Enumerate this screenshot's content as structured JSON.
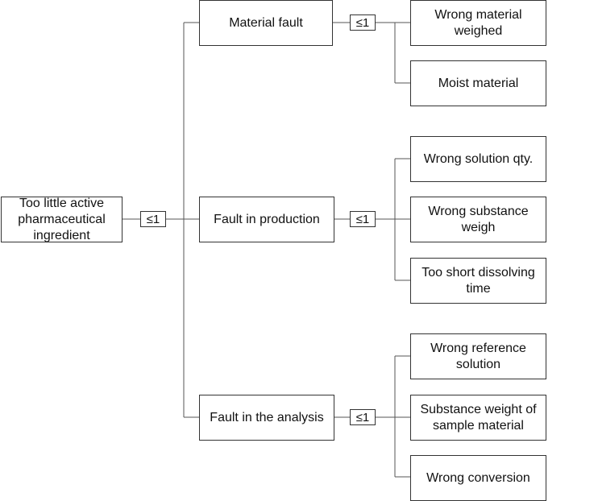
{
  "nodes": {
    "root": "Too little active pharmaceutical ingredient",
    "material_fault": "Material fault",
    "fault_production": "Fault in production",
    "fault_analysis": "Fault in the analysis",
    "wrong_material_weighed": "Wrong material weighed",
    "moist_material": "Moist material",
    "wrong_solution_qty": "Wrong solution qty.",
    "wrong_substance_weigh": "Wrong substance weigh",
    "too_short_dissolving": "Too short dissolving time",
    "wrong_reference_solution": "Wrong reference solution",
    "substance_weight_sample": "Substance weight of sample material",
    "wrong_conversion": "Wrong conversion"
  },
  "gates": {
    "root": "≤1",
    "material": "≤1",
    "production": "≤1",
    "analysis": "≤1"
  }
}
